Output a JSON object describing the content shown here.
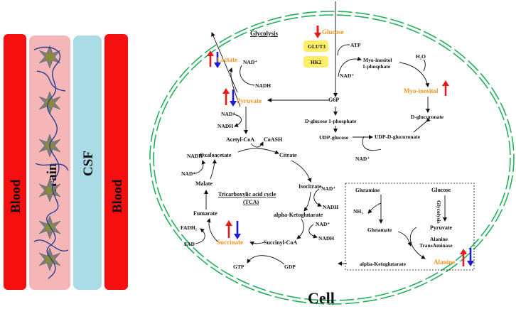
{
  "compartments": {
    "blood_left": "Blood",
    "brain": "Brain",
    "csf": "CSF",
    "blood_right": "Blood"
  },
  "cell_label": "Cell",
  "glycolysis": {
    "title": "Glycolysis",
    "glucose": "Glucose",
    "atp": "ATP",
    "glut3": "GLUT3",
    "hk2": "HK2",
    "nad_plus": "NAD⁺",
    "g6p": "G6P",
    "lactate": "Lactate",
    "nadh_lactate": "NADH",
    "nad_lactate": "NAD⁺",
    "pyruvate": "Pyruvate",
    "nad_pyr": "NAD⁺",
    "nadh_pyr": "NADH"
  },
  "inositol": {
    "myo_inositol_1p": "Myo-inositol",
    "myo_inositol_1p_2": "1-phosphate",
    "h2o": "H₂O",
    "myo_inositol": "Myo-inositol",
    "d_glucuronate": "D-glucuronate",
    "d_glucose_1p": "D-glucose 1-phosphate",
    "udp_glucose": "UDP-glucose",
    "udp_d_glucuronate": "UDP-D-glucuronate",
    "nad": "NAD⁺"
  },
  "tca": {
    "title_line1": "Tricarboxylic acid cycle",
    "title_line2": "(TCA)",
    "acetyl_coa": "Acetyl-CoA",
    "coash": "CoASH",
    "citrate": "Citrate",
    "isocitrate": "Isocitrate",
    "nad_iso": "NAD⁺",
    "nadh_iso": "NADH",
    "akg": "alpha-Ketoglutarate",
    "nad_akg": "NAD⁺",
    "nadh_akg": "NADH",
    "succinyl_coa": "Succinyl-CoA",
    "gdp": "GDP",
    "gtp": "GTP",
    "succinate": "Succinate",
    "fadh2": "FADH₂",
    "fad": "FAD",
    "fumarate": "Fumarate",
    "malate": "Malate",
    "nad_mal": "NAD⁺",
    "nadh_mal": "NADH",
    "oxaloacetate": "Oxaloacetate"
  },
  "amino": {
    "glutamine": "Glutamine",
    "nh3": "NH₃",
    "glutamate": "Glutamate",
    "akg": "alpha-Ketoglutarate",
    "glucose": "Glucose",
    "glycolysis_vertical": "Glycolysis",
    "pyruvate": "Pyruvate",
    "alanine_ta_1": "Alanine",
    "alanine_ta_2": "TransAminase",
    "alanine": "Alanine"
  },
  "colors": {
    "blood": "#f50f0f",
    "brain": "#f4b6b6",
    "csf": "#a9dce6",
    "cell_border": "#22b05a",
    "metabolite": "#f0921e",
    "up_arrow": "#e51b1b",
    "down_arrow": "#1a1ad8",
    "enzyme_box": "#ffee66"
  }
}
